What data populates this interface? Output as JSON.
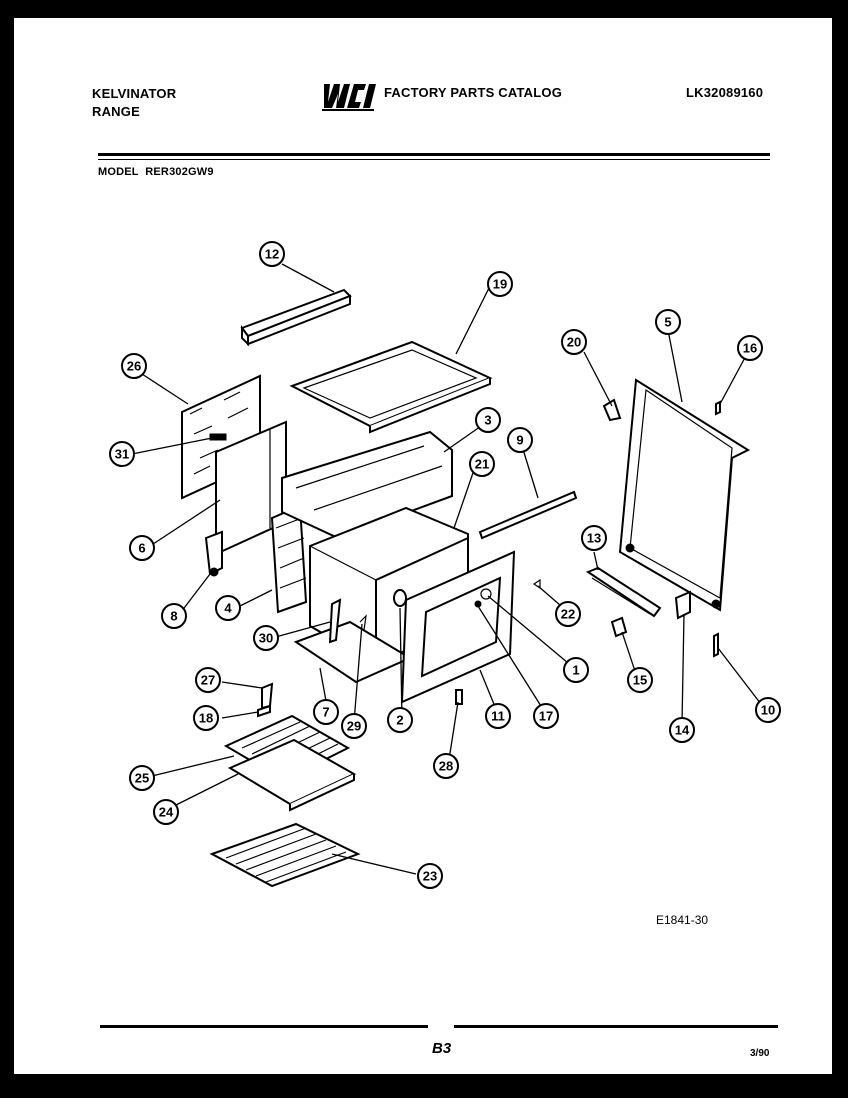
{
  "header": {
    "brand_line1": "KELVINATOR",
    "brand_line2": "RANGE",
    "logo_text": "WCI",
    "catalog_title": "FACTORY PARTS CATALOG",
    "catalog_number": "LK32089160",
    "model_label": "MODEL",
    "model_number": "RER302GW9"
  },
  "callouts": [
    "12",
    "19",
    "26",
    "31",
    "3",
    "9",
    "21",
    "6",
    "8",
    "4",
    "30",
    "27",
    "18",
    "7",
    "29",
    "2",
    "11",
    "17",
    "1",
    "22",
    "25",
    "24",
    "28",
    "23",
    "20",
    "5",
    "16",
    "13",
    "15",
    "14",
    "10"
  ],
  "footer": {
    "figure_code": "E1841-30",
    "page": "B3",
    "date": "3/90"
  }
}
